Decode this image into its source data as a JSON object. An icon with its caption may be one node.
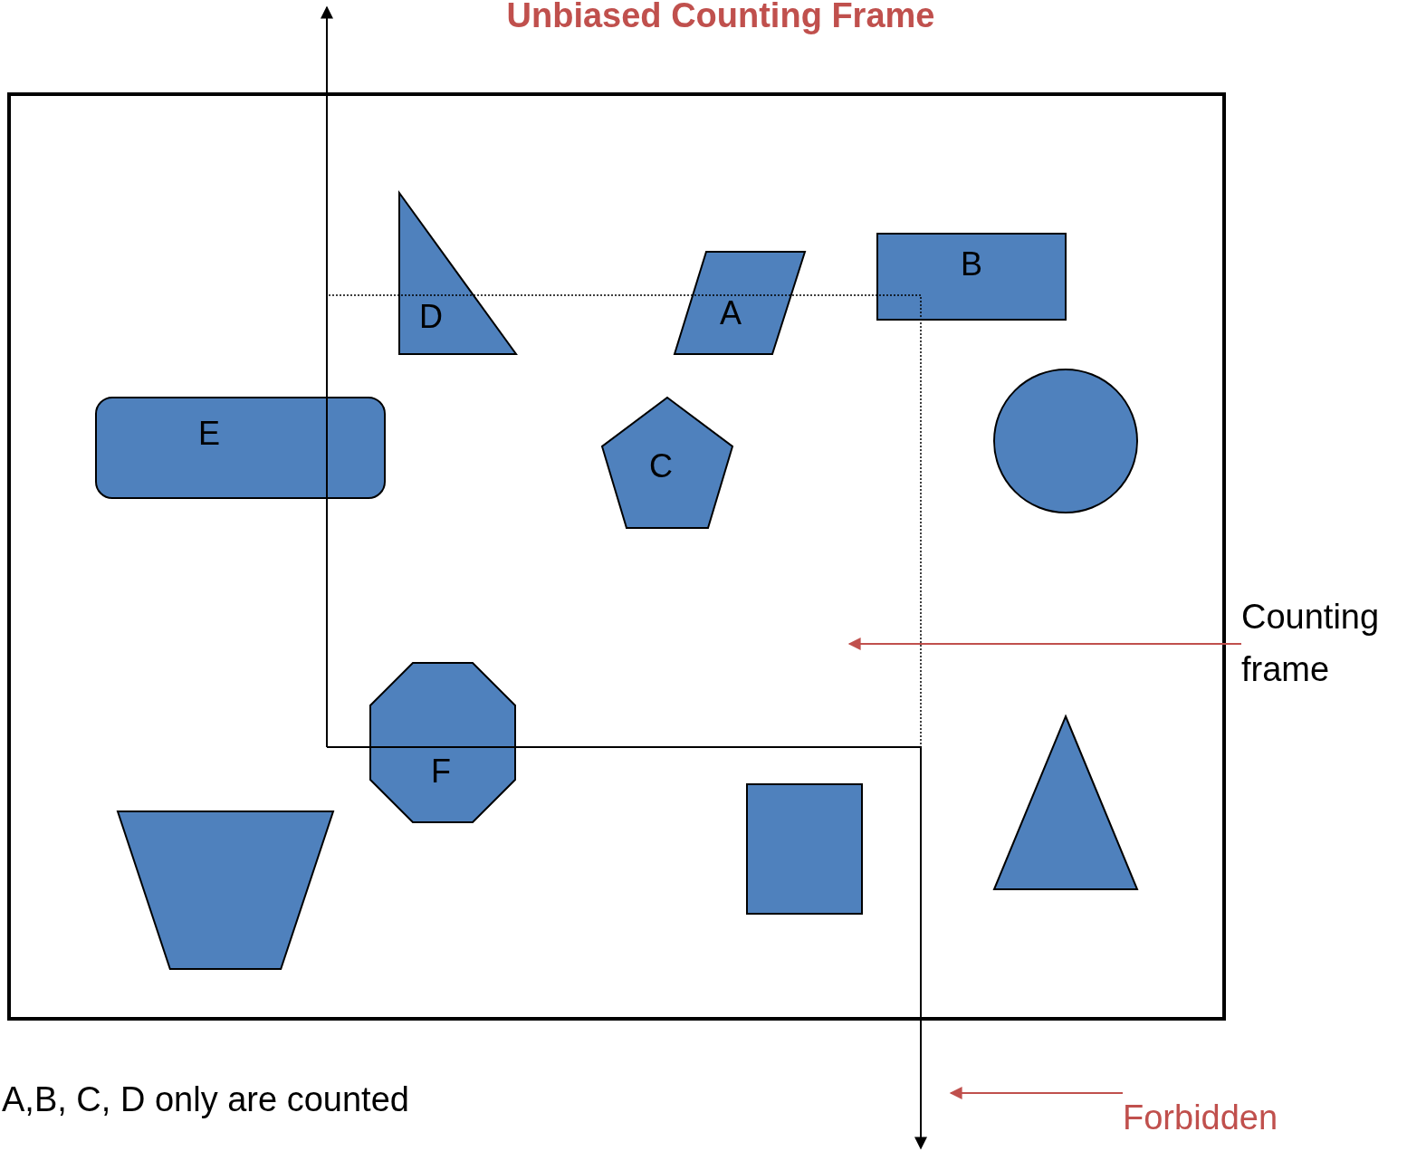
{
  "diagram": {
    "title": "Unbiased Counting Frame",
    "nodes": [
      {
        "text": [],
        "shape": "box"
      },
      {
        "text": [
          "D"
        ],
        "in": 0
      },
      {
        "text": [
          "A"
        ],
        "in": 0
      },
      {
        "text": [
          "B"
        ],
        "in": 0
      },
      {
        "text": [
          "E"
        ],
        "in": 0
      },
      {
        "text": [
          "C"
        ],
        "in": 0
      },
      {
        "text": [],
        "shape": "circle",
        "in": 0
      },
      {
        "text": [
          "F"
        ],
        "in": 0
      },
      {
        "text": [],
        "shape": "trapezoid",
        "in": 0
      },
      {
        "text": [],
        "shape": "box",
        "in": 0
      },
      {
        "text": [],
        "shape": "triangle",
        "in": 0
      },
      {
        "text": [
          "Counting frame"
        ]
      },
      {
        "text": [
          "Forbidden"
        ]
      }
    ],
    "edges": [
      {
        "from": 11,
        "to": null,
        "arrow": "to"
      },
      {
        "from": 12,
        "to": null,
        "arrow": "to"
      }
    ],
    "labels": [
      "A,B, C, D only are counted"
    ]
  }
}
